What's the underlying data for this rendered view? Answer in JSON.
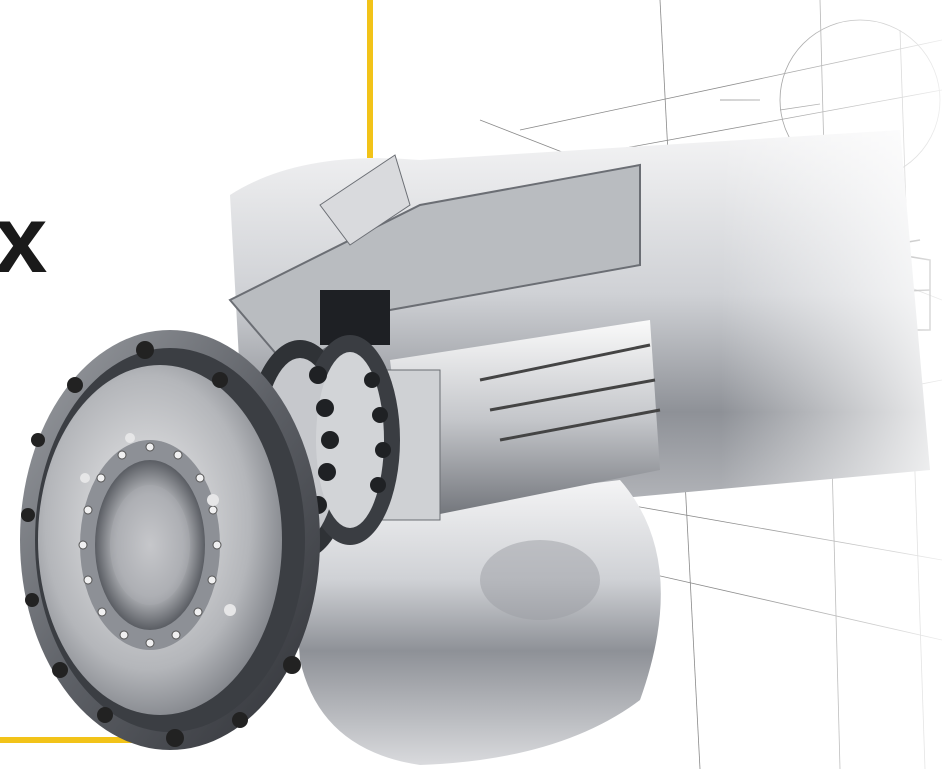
{
  "partial_heading_text": "x",
  "colors": {
    "accent_line": "#f2c318",
    "background": "#ffffff",
    "metal_light": "#e8e8ea",
    "metal_mid": "#a9abb0",
    "metal_dark": "#4a4d53",
    "sketch_line": "#2a2a2a"
  },
  "illustration": {
    "subject": "cutaway-machine-spindle-with-sketch",
    "icon": "spindle-cutaway-image"
  }
}
